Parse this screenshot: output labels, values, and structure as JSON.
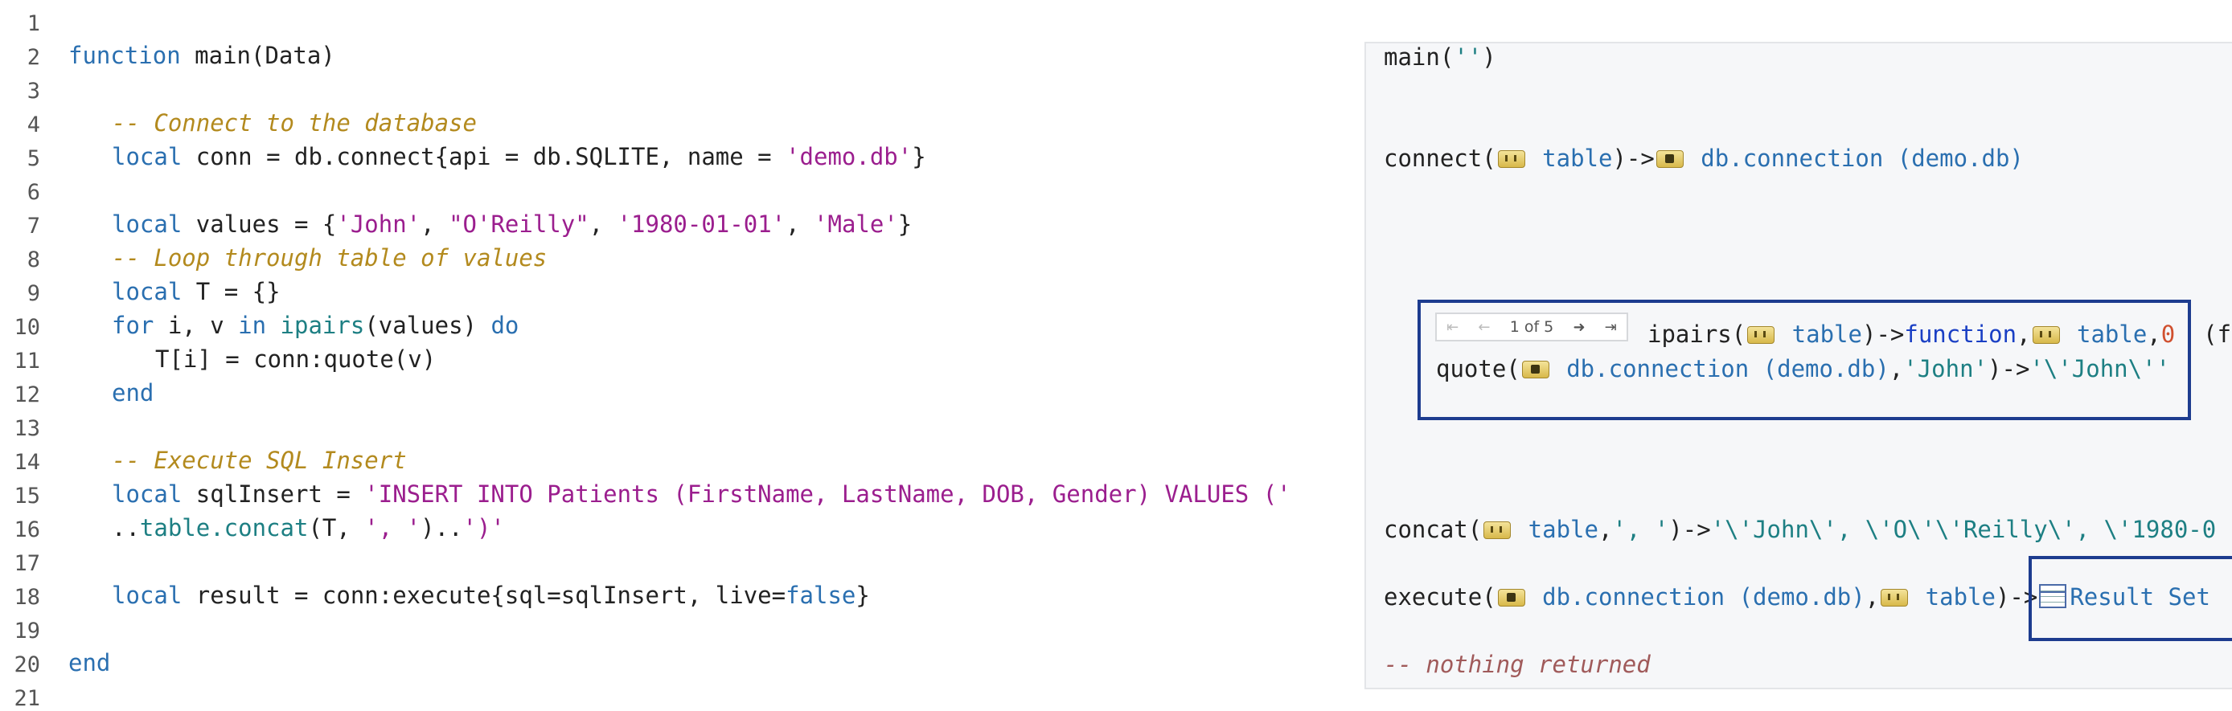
{
  "line_numbers": [
    "1",
    "2",
    "3",
    "4",
    "5",
    "6",
    "7",
    "8",
    "9",
    "10",
    "11",
    "12",
    "13",
    "14",
    "15",
    "16",
    "17",
    "18",
    "19",
    "20",
    "21"
  ],
  "code": {
    "l2_kw": "function",
    "l2_rest": " main(Data)",
    "l4_cmt": "-- Connect to the database",
    "l5_kw": "local",
    "l5_a": " conn = db.connect{api = db.SQLITE, name = ",
    "l5_str": "'demo.db'",
    "l5_b": "}",
    "l7_kw": "local",
    "l7_a": " values = {",
    "l7_s1": "'John'",
    "l7_c1": ", ",
    "l7_s2": "\"O'Reilly\"",
    "l7_c2": ", ",
    "l7_s3": "'1980-01-01'",
    "l7_c3": ", ",
    "l7_s4": "'Male'",
    "l7_b": "}",
    "l8_cmt": "-- Loop through table of values",
    "l9_kw": "local",
    "l9_rest": " T = {}",
    "l10_kw": "for",
    "l10_a": " i, v ",
    "l10_in": "in",
    "l10_sp": " ",
    "l10_lib": "ipairs",
    "l10_b": "(values) ",
    "l10_do": "do",
    "l11": "T[i] = conn:quote(v)",
    "l12_kw": "end",
    "l14_cmt": "-- Execute SQL Insert",
    "l15_kw": "local",
    "l15_a": " sqlInsert = ",
    "l15_str": "'INSERT INTO Patients (FirstName, LastName, DOB, Gender) VALUES ('",
    "l16_a": "..",
    "l16_lib": "table.concat",
    "l16_b": "(T, ",
    "l16_str": "', '",
    "l16_c": ")..",
    "l16_str2": "')'",
    "l18_kw": "local",
    "l18_a": " result = conn:execute{sql=sqlInsert, live=",
    "l18_false": "false",
    "l18_b": "}",
    "l20_kw": "end"
  },
  "annotations": {
    "main_call": "main(",
    "main_arg": "''",
    "main_close": ")",
    "connect_pre": "connect(",
    "connect_table": " table",
    "connect_arrow": ")->",
    "connect_result": " db.connection (demo.db)",
    "pager_label": "1 of 5",
    "ipairs_pre": "ipairs(",
    "ipairs_table": " table",
    "ipairs_arrow": ")->",
    "ipairs_fn": "function",
    "ipairs_comma": ",",
    "ipairs_table2": " table",
    "ipairs_comma2": ",",
    "ipairs_zero": "0",
    "ipairs_tail": "  (f",
    "quote_pre": "quote(",
    "quote_conn": " db.connection (demo.db)",
    "quote_comma": ",",
    "quote_arg": "'John'",
    "quote_arrow": ")->",
    "quote_result": "'\\'John\\''",
    "concat_pre": "concat(",
    "concat_table": " table",
    "concat_comma": ",",
    "concat_sep": "', '",
    "concat_arrow": ")->",
    "concat_result": "'\\'John\\', \\'O\\'\\'Reilly\\', \\'1980-0",
    "execute_pre": "execute(",
    "execute_conn": " db.connection (demo.db)",
    "execute_comma": ",",
    "execute_table": " table",
    "execute_arrow": ")->",
    "execute_result": "Result Set",
    "nothing_returned": "-- nothing returned"
  },
  "icons": {
    "table": "table-icon",
    "connection": "db-connection-icon",
    "result_set": "result-set-grid-icon",
    "pager_first": "first-page-icon",
    "pager_prev": "prev-page-icon",
    "pager_next": "next-page-icon",
    "pager_last": "last-page-icon"
  },
  "colors": {
    "keyword": "#2a6fb0",
    "string": "#9b1e8e",
    "comment": "#b38a1e",
    "highlight_border": "#1d3c8f"
  }
}
